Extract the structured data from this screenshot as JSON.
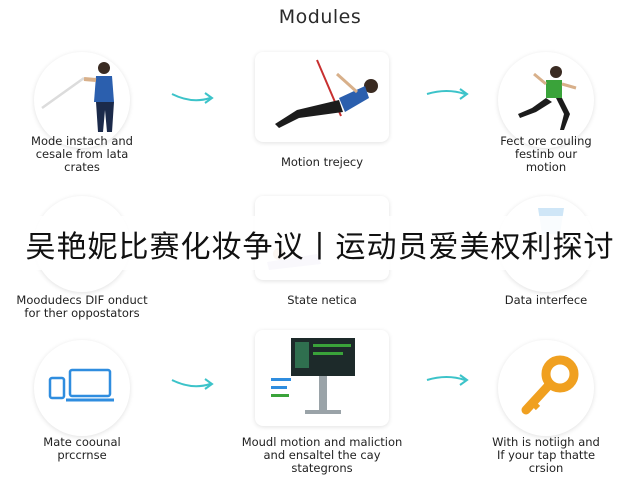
{
  "title": "Modules",
  "modules": [
    {
      "caption": "Mode instach and\ncesale from lata\ncrates",
      "shape": "circle"
    },
    {
      "caption": "Motion trejecy",
      "shape": "square"
    },
    {
      "caption": "Fect ore couling\nfestinb our\nmotion",
      "shape": "circle"
    },
    {
      "caption": "Moodudecs DIF onduct\nfor ther oppostators",
      "shape": "circle"
    },
    {
      "caption": "State netica",
      "shape": "square"
    },
    {
      "caption": "Data interfece",
      "shape": "circle"
    },
    {
      "caption": "Mate coounal\nprccrnse",
      "shape": "circle"
    },
    {
      "caption": "Moudl motion and maliction\nand ensaltel the cay\nstategrons",
      "shape": "square"
    },
    {
      "caption": "With is notiigh and\nIf your tap thatte\ncrsion",
      "shape": "circle"
    }
  ],
  "overlay_text": "吴艳妮比赛化妆争议丨运动员爱美权利探讨",
  "colors": {
    "arrow": "#3cc3c9",
    "shirt_blue": "#2b5fae",
    "shirt_green": "#3aa33a",
    "key_orange": "#f0a020",
    "device_blue": "#2f8ddf",
    "screen_dark": "#1d2a2a"
  }
}
